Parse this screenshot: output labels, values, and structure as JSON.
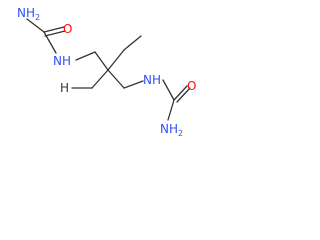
{
  "molecule": {
    "atoms": {
      "nh2_top": "NH",
      "nh2_top_sub": "2",
      "o_top": "O",
      "nh_top": "NH",
      "h_left": "H",
      "nh_bottom": "NH",
      "o_bottom": "O",
      "nh2_bottom": "NH",
      "nh2_bottom_sub": "2"
    },
    "colors": {
      "nitrogen": "#3050f8",
      "oxygen": "#ff0d0d",
      "bond": "#333333"
    }
  }
}
